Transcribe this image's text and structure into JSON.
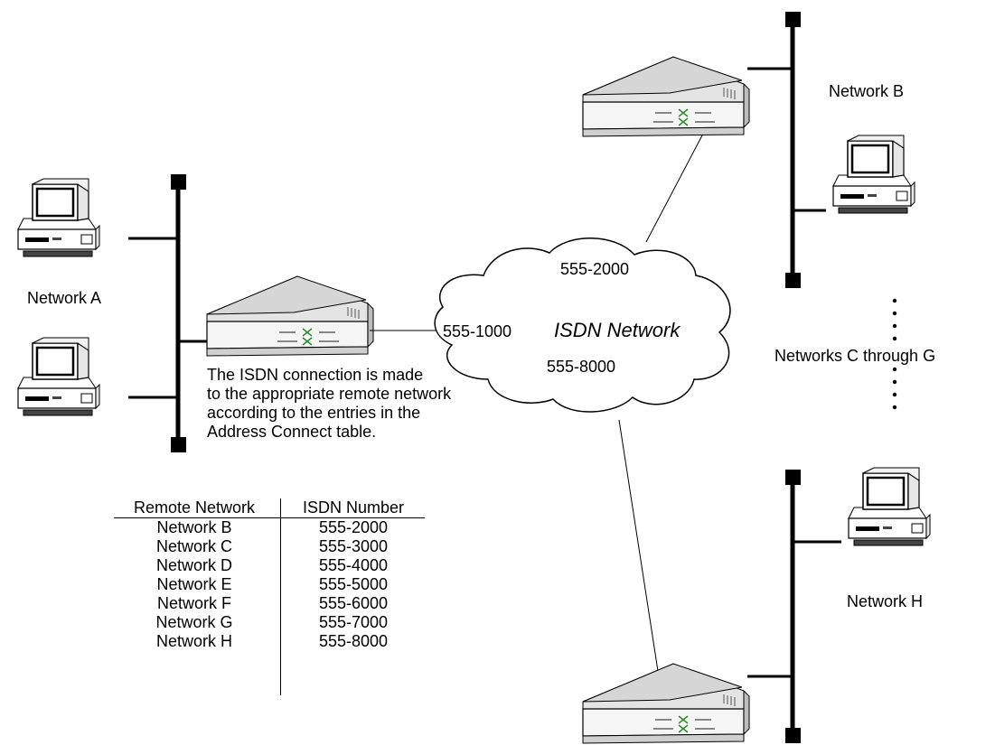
{
  "cloud": {
    "name": "ISDN Network",
    "numbers": {
      "top": "555-2000",
      "left": "555-1000",
      "bottom": "555-8000"
    }
  },
  "networks": {
    "a": "Network A",
    "b": "Network B",
    "cg": "Networks C through G",
    "h": "Network H"
  },
  "note": {
    "lines": [
      "The ISDN connection is made",
      "to the appropriate remote network",
      "according to the entries in the",
      "Address Connect table."
    ]
  },
  "table": {
    "headers": [
      "Remote Network",
      "ISDN Number"
    ],
    "rows": [
      [
        "Network B",
        "555-2000"
      ],
      [
        "Network C",
        "555-3000"
      ],
      [
        "Network D",
        "555-4000"
      ],
      [
        "Network E",
        "555-5000"
      ],
      [
        "Network F",
        "555-6000"
      ],
      [
        "Network G",
        "555-7000"
      ],
      [
        "Network H",
        "555-8000"
      ]
    ]
  }
}
